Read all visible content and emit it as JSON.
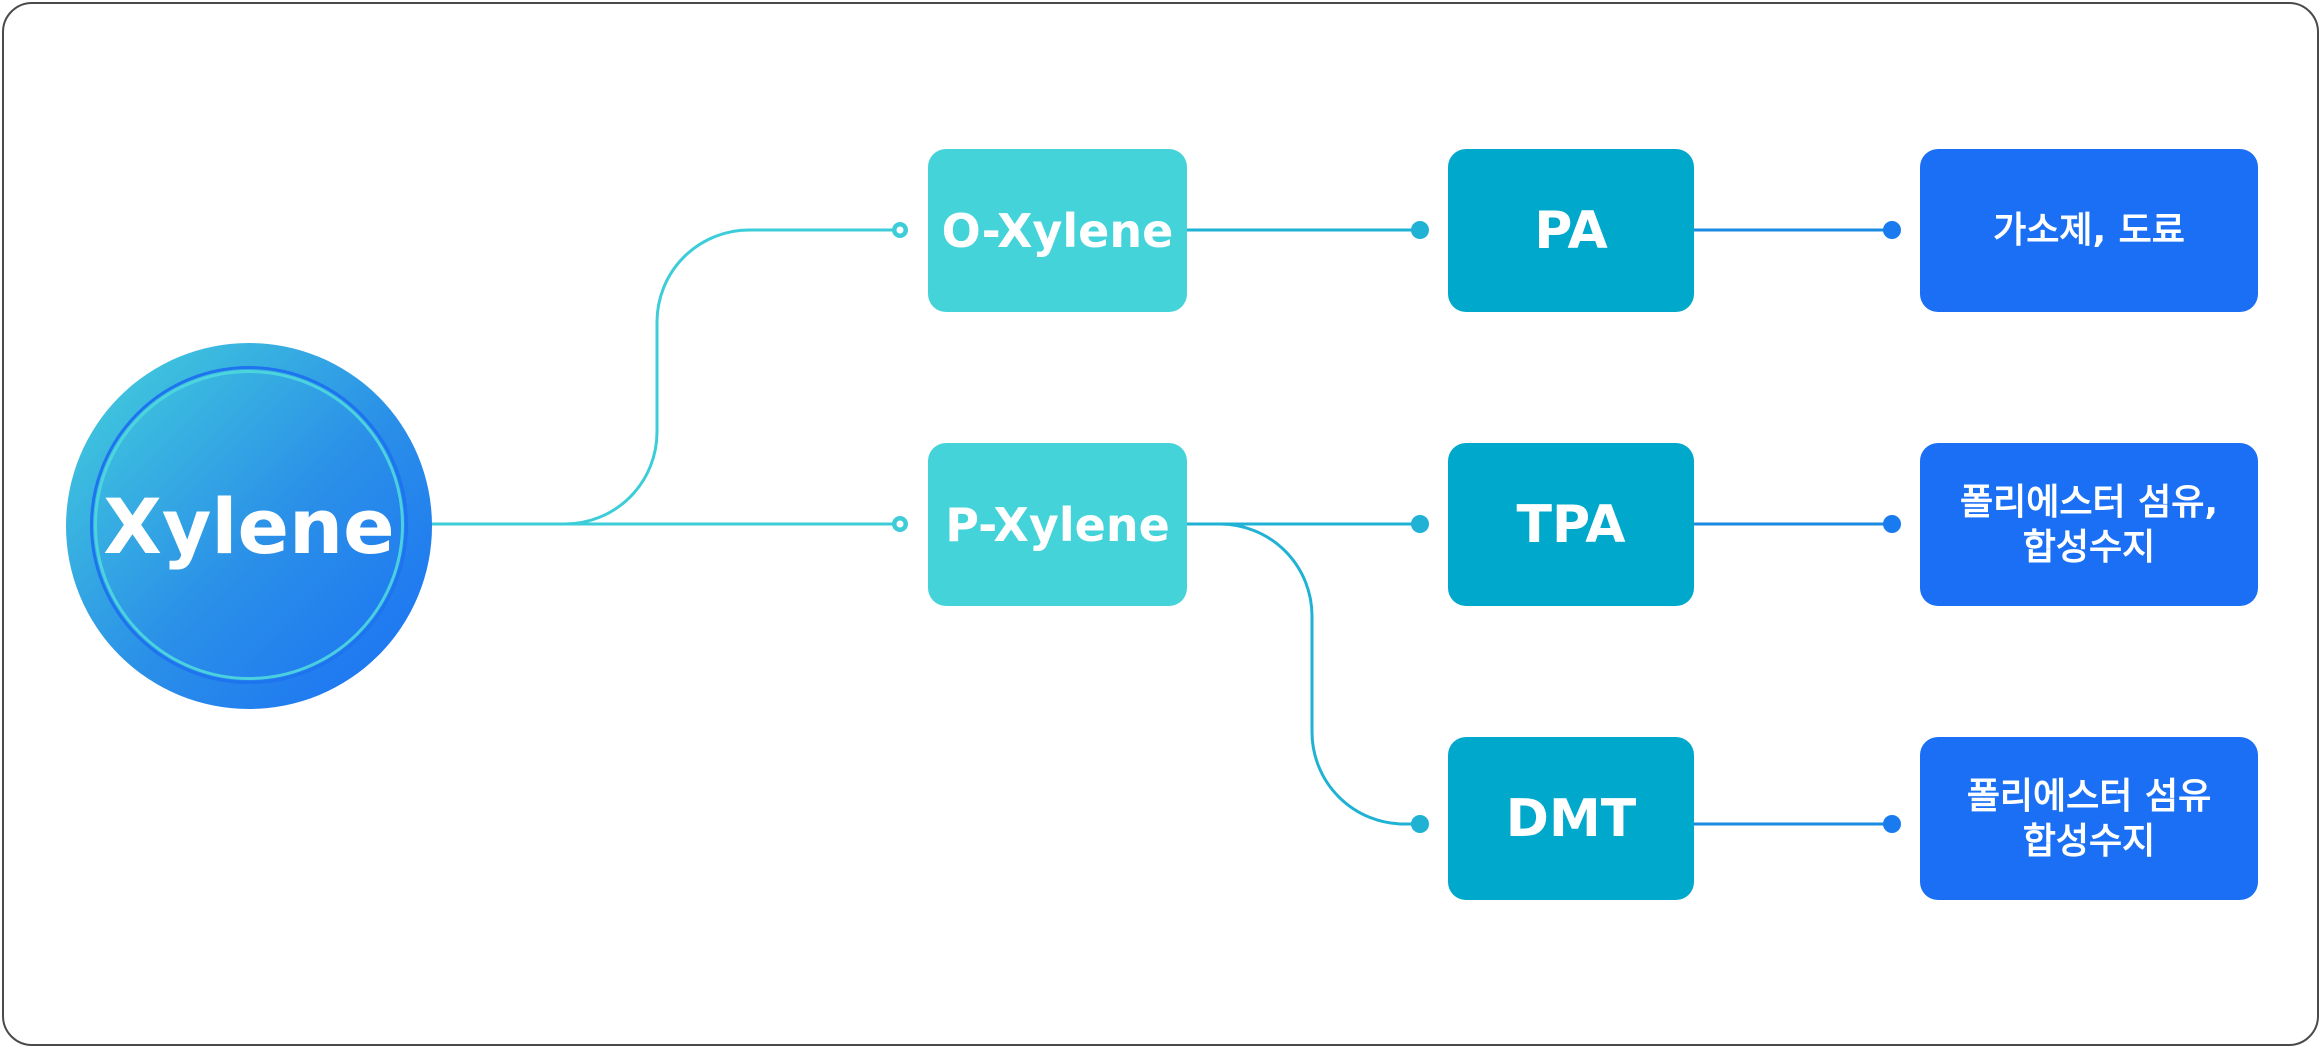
{
  "root": {
    "label": "Xylene"
  },
  "level1": [
    {
      "label": "O-Xylene"
    },
    {
      "label": "P-Xylene"
    }
  ],
  "level2": [
    {
      "label": "PA"
    },
    {
      "label": "TPA"
    },
    {
      "label": "DMT"
    }
  ],
  "level3": [
    {
      "line1": "가소제, 도료",
      "line2": ""
    },
    {
      "line1": "폴리에스터 섬유,",
      "line2": "합성수지"
    },
    {
      "line1": "폴리에스터 섬유",
      "line2": "합성수지"
    }
  ],
  "colors": {
    "root_gradient_start": "#45d3da",
    "root_gradient_end": "#1a6ff5",
    "level1_box": "#45d3da",
    "level2_box": "#00a9cc",
    "level3_box": "#1a6ff5",
    "connector_teal": "#3ccdd8",
    "connector_cyan": "#1fb2d4",
    "connector_blue": "#1a8be0"
  }
}
